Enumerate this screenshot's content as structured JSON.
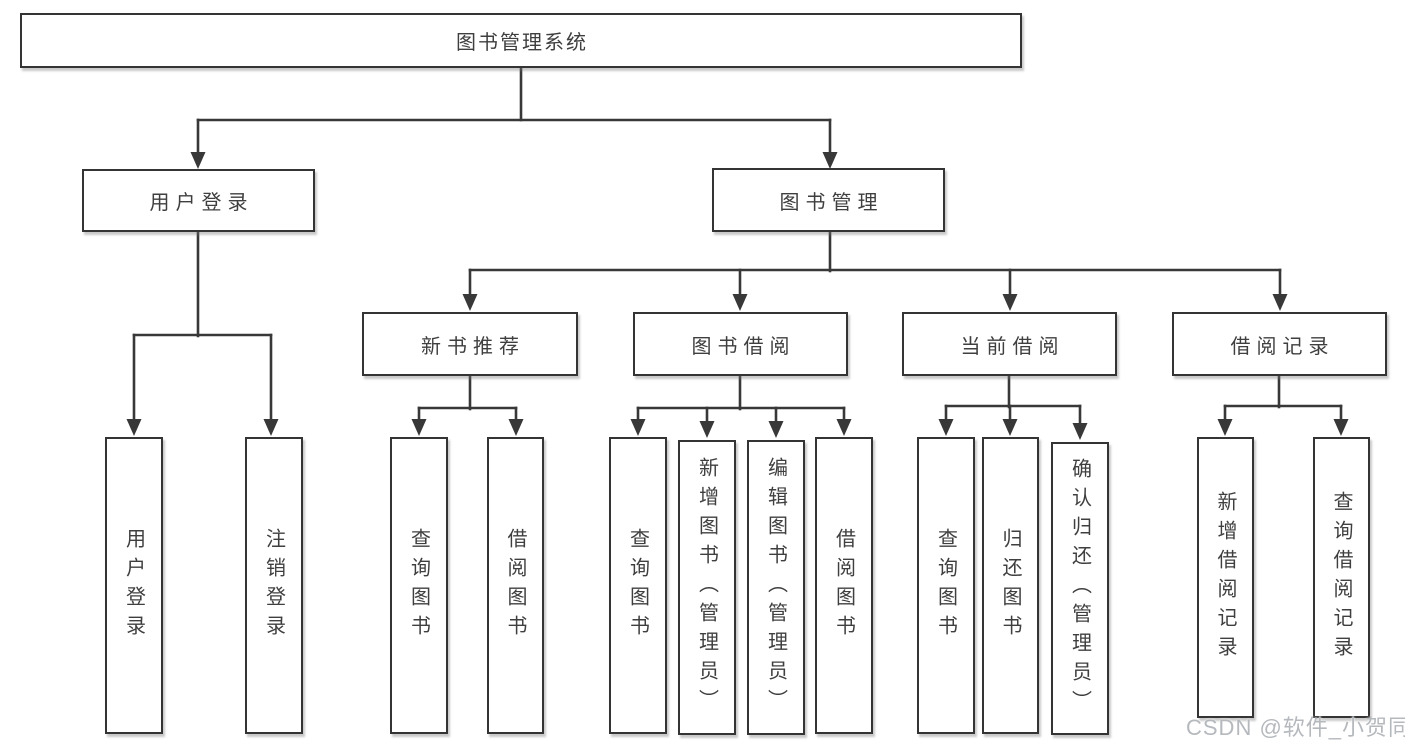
{
  "colors": {
    "line": "#383838",
    "box_border": "#343434",
    "text": "#3f3f3f",
    "background": "#ffffff",
    "watermark": "#b5b9bd"
  },
  "watermark": "CSDN @软件_小贺同学",
  "tree": {
    "root": "图书管理系统",
    "children": [
      {
        "label": "用户登录",
        "children": [
          "用户登录",
          "注销登录"
        ]
      },
      {
        "label": "图书管理",
        "children": [
          {
            "label": "新书推荐",
            "children": [
              "查询图书",
              "借阅图书"
            ]
          },
          {
            "label": "图书借阅",
            "children": [
              "查询图书",
              "新增图书（管理员）",
              "编辑图书（管理员）",
              "借阅图书"
            ]
          },
          {
            "label": "当前借阅",
            "children": [
              "查询图书",
              "归还图书",
              "确认归还（管理员）"
            ]
          },
          {
            "label": "借阅记录",
            "children": [
              "新增借阅记录",
              "查询借阅记录"
            ]
          }
        ]
      }
    ]
  }
}
